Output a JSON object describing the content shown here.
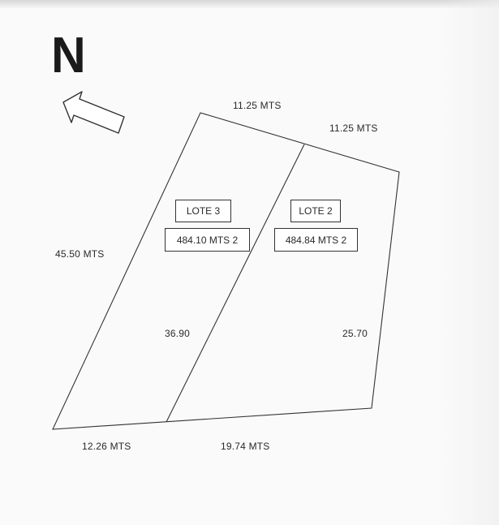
{
  "north_letter": "N",
  "dimensions": {
    "top_left": "11.25 MTS",
    "top_right": "11.25 MTS",
    "left_side": "45.50 MTS",
    "divider_length": "36.90",
    "right_side": "25.70",
    "bottom_left": "12.26 MTS",
    "bottom_right": "19.74 MTS"
  },
  "lots": [
    {
      "name": "LOTE 3",
      "area": "484.10 MTS 2"
    },
    {
      "name": "LOTE 2",
      "area": "484.84 MTS 2"
    }
  ],
  "colors": {
    "line": "#333333",
    "paper": "#fafafa"
  }
}
